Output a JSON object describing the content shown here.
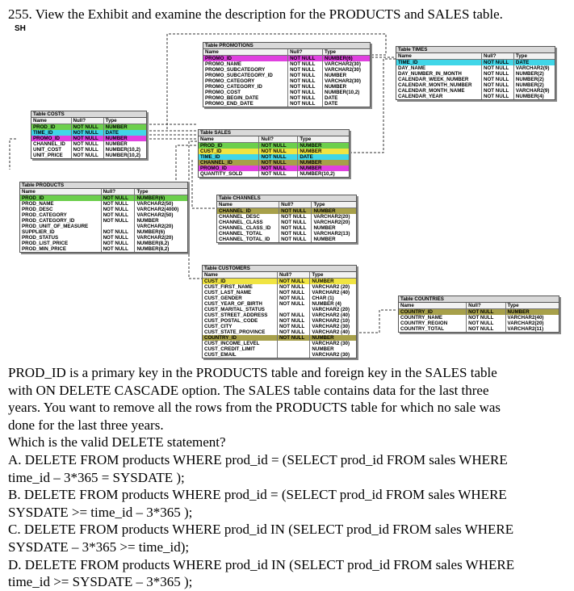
{
  "question": {
    "header": "255. View the Exhibit and examine the description for the PRODUCTS and SALES table.",
    "schema_label": "SH",
    "body_lines": [
      "PROD_ID is a primary key in the PRODUCTS table and foreign key in the SALES table",
      "with ON DELETE CASCADE option. The SALES table contains data for the last three",
      "years. You want to remove all the rows from the PRODUCTS table for which no sale was",
      "done for the last three years.",
      "Which is the valid DELETE statement?",
      "A. DELETE FROM products WHERE prod_id = (SELECT prod_id FROM sales WHERE",
      "time_id – 3*365 = SYSDATE );",
      "B. DELETE FROM products WHERE prod_id = (SELECT prod_id FROM sales WHERE",
      "SYSDATE >= time_id – 3*365 );",
      "C. DELETE FROM products WHERE prod_id IN (SELECT prod_id FROM sales WHERE",
      "SYSDATE – 3*365 >= time_id);",
      "D. DELETE FROM products WHERE prod_id IN (SELECT prod_id FROM sales WHERE",
      "time_id >= SYSDATE – 3*365 );"
    ]
  },
  "column_headers": [
    "Name",
    "Null?",
    "Type"
  ],
  "tables": [
    {
      "id": "promotions",
      "title": "Table PROMOTIONS",
      "rows": [
        {
          "name": "PROMO_ID",
          "null": "NOT NULL",
          "type": "NUMBER(6)",
          "color": "magenta"
        },
        {
          "name": "PROMO_NAME",
          "null": "NOT NULL",
          "type": "VARCHAR2(30)"
        },
        {
          "name": "PROMO_SUBCATEGORY",
          "null": "NOT NULL",
          "type": "VARCHAR2(30)"
        },
        {
          "name": "PROMO_SUBCATEGORY_ID",
          "null": "NOT NULL",
          "type": "NUMBER"
        },
        {
          "name": "PROMO_CATEGORY",
          "null": "NOT NULL",
          "type": "VARCHAR2(30)"
        },
        {
          "name": "PROMO_CATEGORY_ID",
          "null": "NOT NULL",
          "type": "NUMBER"
        },
        {
          "name": "PROMO_COST",
          "null": "NOT NULL",
          "type": "NUMBER(10,2)"
        },
        {
          "name": "PROMO_BEGIN_DATE",
          "null": "NOT NULL",
          "type": "DATE"
        },
        {
          "name": "PROMO_END_DATE",
          "null": "NOT NULL",
          "type": "DATE"
        }
      ]
    },
    {
      "id": "times",
      "title": "Table TIMES",
      "rows": [
        {
          "name": "TIME_ID",
          "null": "NOT NULL",
          "type": "DATE",
          "color": "cyan"
        },
        {
          "name": "DAY_NAME",
          "null": "NOT NULL",
          "type": "VARCHAR2(9)"
        },
        {
          "name": "DAY_NUMBER_IN_MONTH",
          "null": "NOT NULL",
          "type": "NUMBER(2)"
        },
        {
          "name": "CALENDAR_WEEK_NUMBER",
          "null": "NOT NULL",
          "type": "NUMBER(2)"
        },
        {
          "name": "CALENDAR_MONTH_NUMBER",
          "null": "NOT NULL",
          "type": "NUMBER(2)"
        },
        {
          "name": "CALENDAR_MONTH_NAME",
          "null": "NOT NULL",
          "type": "VARCHAR2(9)"
        },
        {
          "name": "CALENDAR_YEAR",
          "null": "NOT NULL",
          "type": "NUMBER(4)"
        }
      ]
    },
    {
      "id": "costs",
      "title": "Table COSTS",
      "rows": [
        {
          "name": "PROD_ID",
          "null": "NOT NULL",
          "type": "NUMBER",
          "color": "green"
        },
        {
          "name": "TIME_ID",
          "null": "NOT NULL",
          "type": "DATE",
          "color": "cyan"
        },
        {
          "name": "PROMO_ID",
          "null": "NOT NULL",
          "type": "NUMBER",
          "color": "magenta"
        },
        {
          "name": "CHANNEL_ID",
          "null": "NOT NULL",
          "type": "NUMBER"
        },
        {
          "name": "UNIT_COST",
          "null": "NOT NULL",
          "type": "NUMBER(10,2)"
        },
        {
          "name": "UNIT_PRICE",
          "null": "NOT NULL",
          "type": "NUMBER(10,2)"
        }
      ]
    },
    {
      "id": "sales",
      "title": "Table SALES",
      "rows": [
        {
          "name": "PROD_ID",
          "null": "NOT NULL",
          "type": "NUMBER",
          "color": "green"
        },
        {
          "name": "CUST_ID",
          "null": "NOT NULL",
          "type": "NUMBER",
          "color": "yellow"
        },
        {
          "name": "TIME_ID",
          "null": "NOT NULL",
          "type": "DATE",
          "color": "cyan"
        },
        {
          "name": "CHANNEL_ID",
          "null": "NOT NULL",
          "type": "NUMBER",
          "color": "olive"
        },
        {
          "name": "PROMO_ID",
          "null": "NOT NULL",
          "type": "NUMBER",
          "color": "magenta"
        },
        {
          "name": "QUANTITY_SOLD",
          "null": "NOT NULL",
          "type": "NUMBER(10,2)"
        }
      ]
    },
    {
      "id": "products",
      "title": "Table PRODUCTS",
      "rows": [
        {
          "name": "PROD_ID",
          "null": "NOT NULL",
          "type": "NUMBER(6)",
          "color": "green"
        },
        {
          "name": "PROD_NAME",
          "null": "NOT NULL",
          "type": "VARCHAR2(50)"
        },
        {
          "name": "PROD_DESC",
          "null": "NOT NULL",
          "type": "VARCHAR2(4000)"
        },
        {
          "name": "PROD_CATEGORY",
          "null": "NOT NULL",
          "type": "VARCHAR2(50)"
        },
        {
          "name": "PROD_CATEGORY_ID",
          "null": "NOT NULL",
          "type": "NUMBER"
        },
        {
          "name": "PROD_UNIT_OF_MEASURE",
          "null": "",
          "type": "VARCHAR2(20)"
        },
        {
          "name": "SUPPLIER_ID",
          "null": "NOT NULL",
          "type": "NUMBER(6)"
        },
        {
          "name": "PROD_STATUS",
          "null": "NOT NULL",
          "type": "VARCHAR2(20)"
        },
        {
          "name": "PROD_LIST_PRICE",
          "null": "NOT NULL",
          "type": "NUMBER(8,2)"
        },
        {
          "name": "PROD_MIN_PRICE",
          "null": "NOT NULL",
          "type": "NUMBER(8,2)"
        }
      ]
    },
    {
      "id": "channels",
      "title": "Table CHANNELS",
      "rows": [
        {
          "name": "CHANNEL_ID",
          "null": "NOT NULL",
          "type": "NUMBER",
          "color": "olive"
        },
        {
          "name": "CHANNEL_DESC",
          "null": "NOT NULL",
          "type": "VARCHAR2(20)"
        },
        {
          "name": "CHANNEL_CLASS",
          "null": "NOT NULL",
          "type": "VARCHAR2(20)"
        },
        {
          "name": "CHANNEL_CLASS_ID",
          "null": "NOT NULL",
          "type": "NUMBER"
        },
        {
          "name": "CHANNEL_TOTAL",
          "null": "NOT NULL",
          "type": "VARCHAR2(13)"
        },
        {
          "name": "CHANNEL_TOTAL_ID",
          "null": "NOT NULL",
          "type": "NUMBER"
        }
      ]
    },
    {
      "id": "customers",
      "title": "Table CUSTOMERS",
      "rows": [
        {
          "name": "CUST_ID",
          "null": "NOT NULL",
          "type": "NUMBER",
          "color": "yellow"
        },
        {
          "name": "CUST_FIRST_NAME",
          "null": "NOT NULL",
          "type": "VARCHAR2 (20)"
        },
        {
          "name": "CUST_LAST_NAME",
          "null": "NOT NULL",
          "type": "VARCHAR2 (40)"
        },
        {
          "name": "CUST_GENDER",
          "null": "NOT NULL",
          "type": "CHAR (1)"
        },
        {
          "name": "CUST_YEAR_OF_BIRTH",
          "null": "NOT NULL",
          "type": "NUMBER (4)"
        },
        {
          "name": "CUST_MARITAL_STATUS",
          "null": "",
          "type": "VARCHAR2 (20)"
        },
        {
          "name": "CUST_STREET_ADDRESS",
          "null": "NOT NULL",
          "type": "VARCHAR2 (40)"
        },
        {
          "name": "CUST_POSTAL_CODE",
          "null": "NOT NULL",
          "type": "VARCHAR2 (10)"
        },
        {
          "name": "CUST_CITY",
          "null": "NOT NULL",
          "type": "VARCHAR2 (30)"
        },
        {
          "name": "CUST_STATE_PROVINCE",
          "null": "NOT NULL",
          "type": "VARCHAR2 (40)"
        },
        {
          "name": "COUNTRY_ID",
          "null": "NOT NULL",
          "type": "NUMBER",
          "color": "olive"
        },
        {
          "name": "CUST_INCOME_LEVEL",
          "null": "",
          "type": "VARCHAR2 (30)"
        },
        {
          "name": "CUST_CREDIT_LIMIT",
          "null": "",
          "type": "NUMBER"
        },
        {
          "name": "CUST_EMAIL",
          "null": "",
          "type": "VARCHAR2 (30)"
        }
      ]
    },
    {
      "id": "countries",
      "title": "Table COUNTRIES",
      "rows": [
        {
          "name": "COUNTRY_ID",
          "null": "NOT NULL",
          "type": "NUMBER",
          "color": "olive"
        },
        {
          "name": "COUNTRY_NAME",
          "null": "NOT NULL",
          "type": "VARCHAR2(40)"
        },
        {
          "name": "COUNTRY_REGION",
          "null": "NOT NULL",
          "type": "VARCHAR2(20)"
        },
        {
          "name": "COUNTRY_TOTAL",
          "null": "NOT NULL",
          "type": "VARCHAR2(11)"
        }
      ]
    }
  ]
}
